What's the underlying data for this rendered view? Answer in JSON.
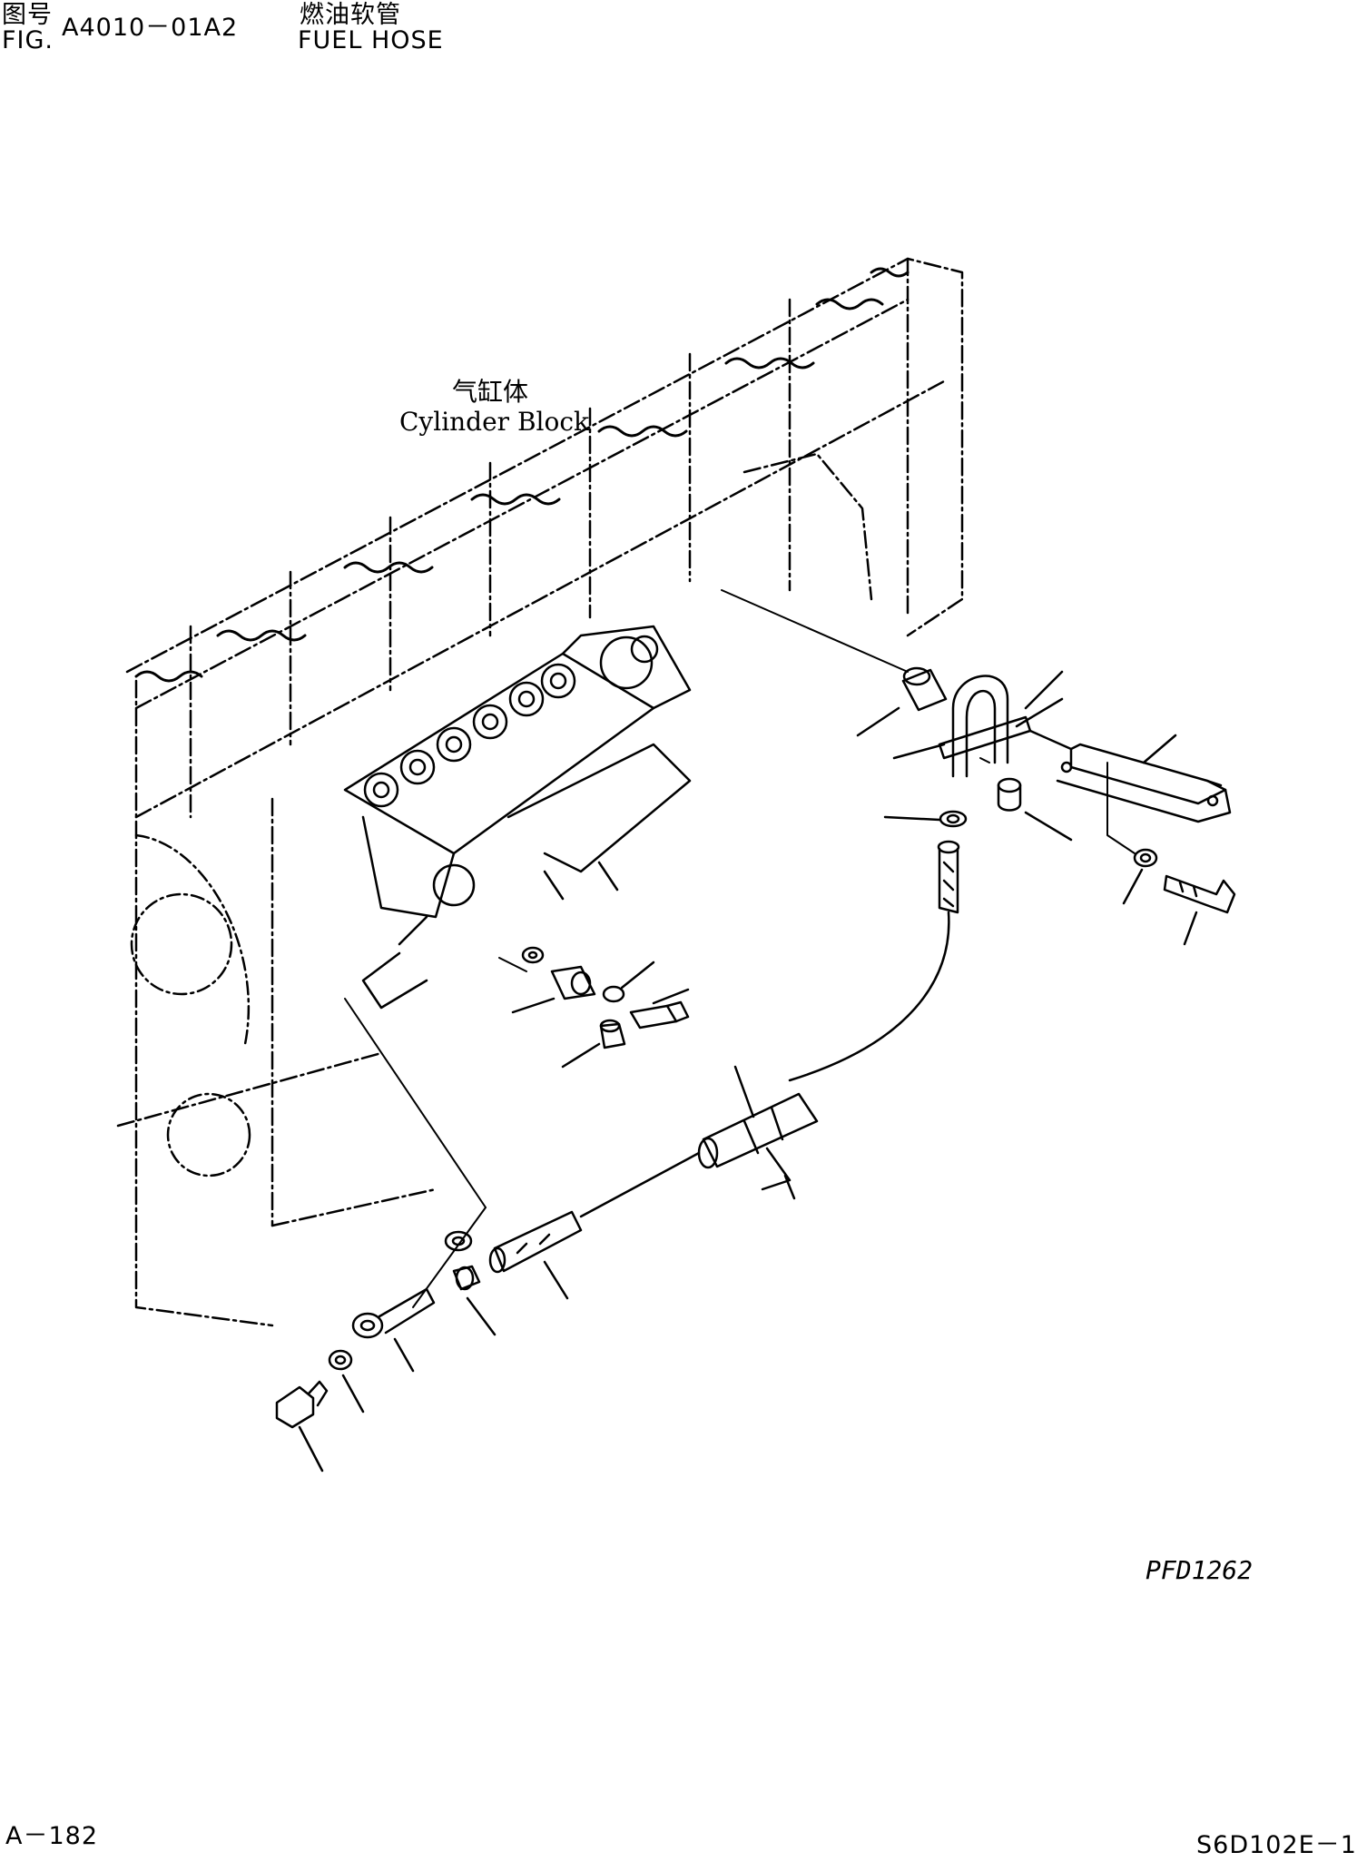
{
  "header": {
    "fig_cn": "图号",
    "fig_en": "FIG.",
    "fig_number": "A4010－01A2",
    "title_cn": "燃油软管",
    "title_en": "FUEL HOSE"
  },
  "diagram": {
    "block_label_cn": "气缸体",
    "block_label_en": "Cylinder Block",
    "drawing_code": "PFD1262"
  },
  "footer": {
    "page_number": "A－182",
    "model_code": "S6D102E－1"
  }
}
